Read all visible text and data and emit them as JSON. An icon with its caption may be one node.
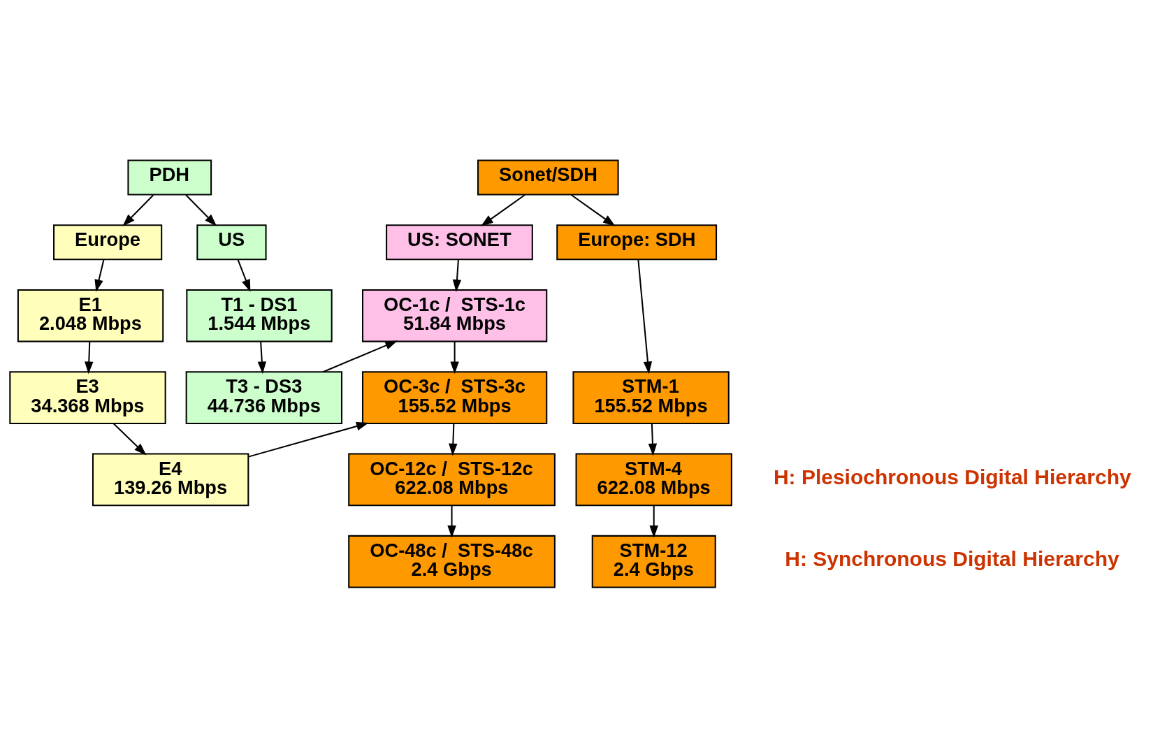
{
  "diagram": {
    "nodes": [
      {
        "text": [
          "PDH"
        ]
      },
      {
        "text": [
          "Europe"
        ]
      },
      {
        "text": [
          "US"
        ]
      },
      {
        "text": [
          "E1",
          "2.048 Mbps"
        ]
      },
      {
        "text": [
          "T1 - DS1",
          "1.544 Mbps"
        ]
      },
      {
        "text": [
          "E3",
          "34.368 Mbps"
        ]
      },
      {
        "text": [
          "T3 - DS3",
          "44.736 Mbps"
        ]
      },
      {
        "text": [
          "E4",
          "139.26 Mbps"
        ]
      },
      {
        "text": [
          "Sonet/SDH"
        ]
      },
      {
        "text": [
          "US: SONET"
        ]
      },
      {
        "text": [
          "Europe: SDH"
        ]
      },
      {
        "text": [
          "OC-1c /  STS-1c",
          "51.84 Mbps"
        ]
      },
      {
        "text": [
          "OC-3c /  STS-3c",
          "155.52 Mbps"
        ]
      },
      {
        "text": [
          "STM-1",
          "155.52 Mbps"
        ]
      },
      {
        "text": [
          "OC-12c /  STS-12c",
          "622.08 Mbps"
        ]
      },
      {
        "text": [
          "STM-4",
          "622.08 Mbps"
        ]
      },
      {
        "text": [
          "OC-48c /  STS-48c",
          "2.4 Gbps"
        ]
      },
      {
        "text": [
          "STM-12",
          "2.4 Gbps"
        ]
      }
    ],
    "edges": [
      {
        "from": 0,
        "to": 1,
        "arrow": "to"
      },
      {
        "from": 0,
        "to": 2,
        "arrow": "to"
      },
      {
        "from": 1,
        "to": 3,
        "arrow": "to"
      },
      {
        "from": 2,
        "to": 4,
        "arrow": "to"
      },
      {
        "from": 3,
        "to": 5,
        "arrow": "to"
      },
      {
        "from": 4,
        "to": 6,
        "arrow": "to"
      },
      {
        "from": 5,
        "to": 7,
        "arrow": "to"
      },
      {
        "from": 8,
        "to": 9,
        "arrow": "to"
      },
      {
        "from": 8,
        "to": 10,
        "arrow": "to"
      },
      {
        "from": 9,
        "to": 11,
        "arrow": "to"
      },
      {
        "from": 6,
        "to": 11,
        "arrow": "to"
      },
      {
        "from": 11,
        "to": 12,
        "arrow": "to"
      },
      {
        "from": 7,
        "to": 12,
        "arrow": "to"
      },
      {
        "from": 10,
        "to": 13,
        "arrow": "to"
      },
      {
        "from": 12,
        "to": 14,
        "arrow": "to"
      },
      {
        "from": 13,
        "to": 15,
        "arrow": "to"
      },
      {
        "from": 14,
        "to": 16,
        "arrow": "to"
      },
      {
        "from": 15,
        "to": 17,
        "arrow": "to"
      }
    ],
    "labels": [
      "H: Plesiochronous Digital Hierarchy",
      "H: Synchronous Digital Hierarchy"
    ]
  }
}
